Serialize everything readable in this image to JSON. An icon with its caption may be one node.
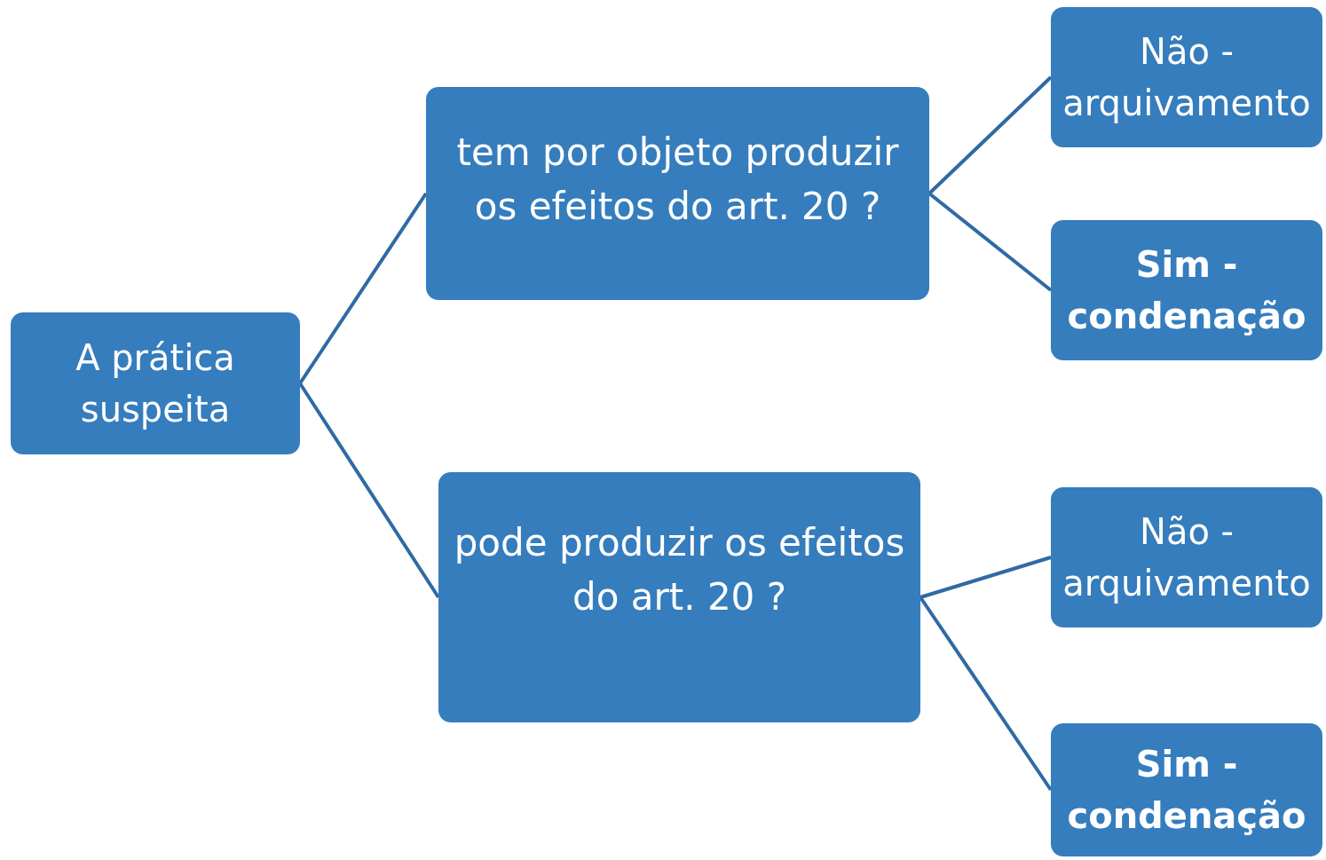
{
  "diagram": {
    "nodes": [
      {
        "text": [
          "A prática suspeita"
        ]
      },
      {
        "text": [
          "tem por objeto produzir os efeitos do art. 20 ?"
        ]
      },
      {
        "text": [
          "pode produzir os efeitos do art. 20 ?"
        ]
      },
      {
        "text": [
          "Não - arquivamento"
        ]
      },
      {
        "text": [
          "Sim - condenação"
        ]
      },
      {
        "text": [
          "Não - arquivamento"
        ]
      },
      {
        "text": [
          "Sim - condenação"
        ]
      }
    ],
    "edges": [
      {
        "from": 0,
        "to": 1,
        "arrow": "none"
      },
      {
        "from": 0,
        "to": 2,
        "arrow": "none"
      },
      {
        "from": 1,
        "to": 3,
        "arrow": "none"
      },
      {
        "from": 1,
        "to": 4,
        "arrow": "none"
      },
      {
        "from": 2,
        "to": 5,
        "arrow": "none"
      },
      {
        "from": 2,
        "to": 6,
        "arrow": "none"
      }
    ]
  }
}
